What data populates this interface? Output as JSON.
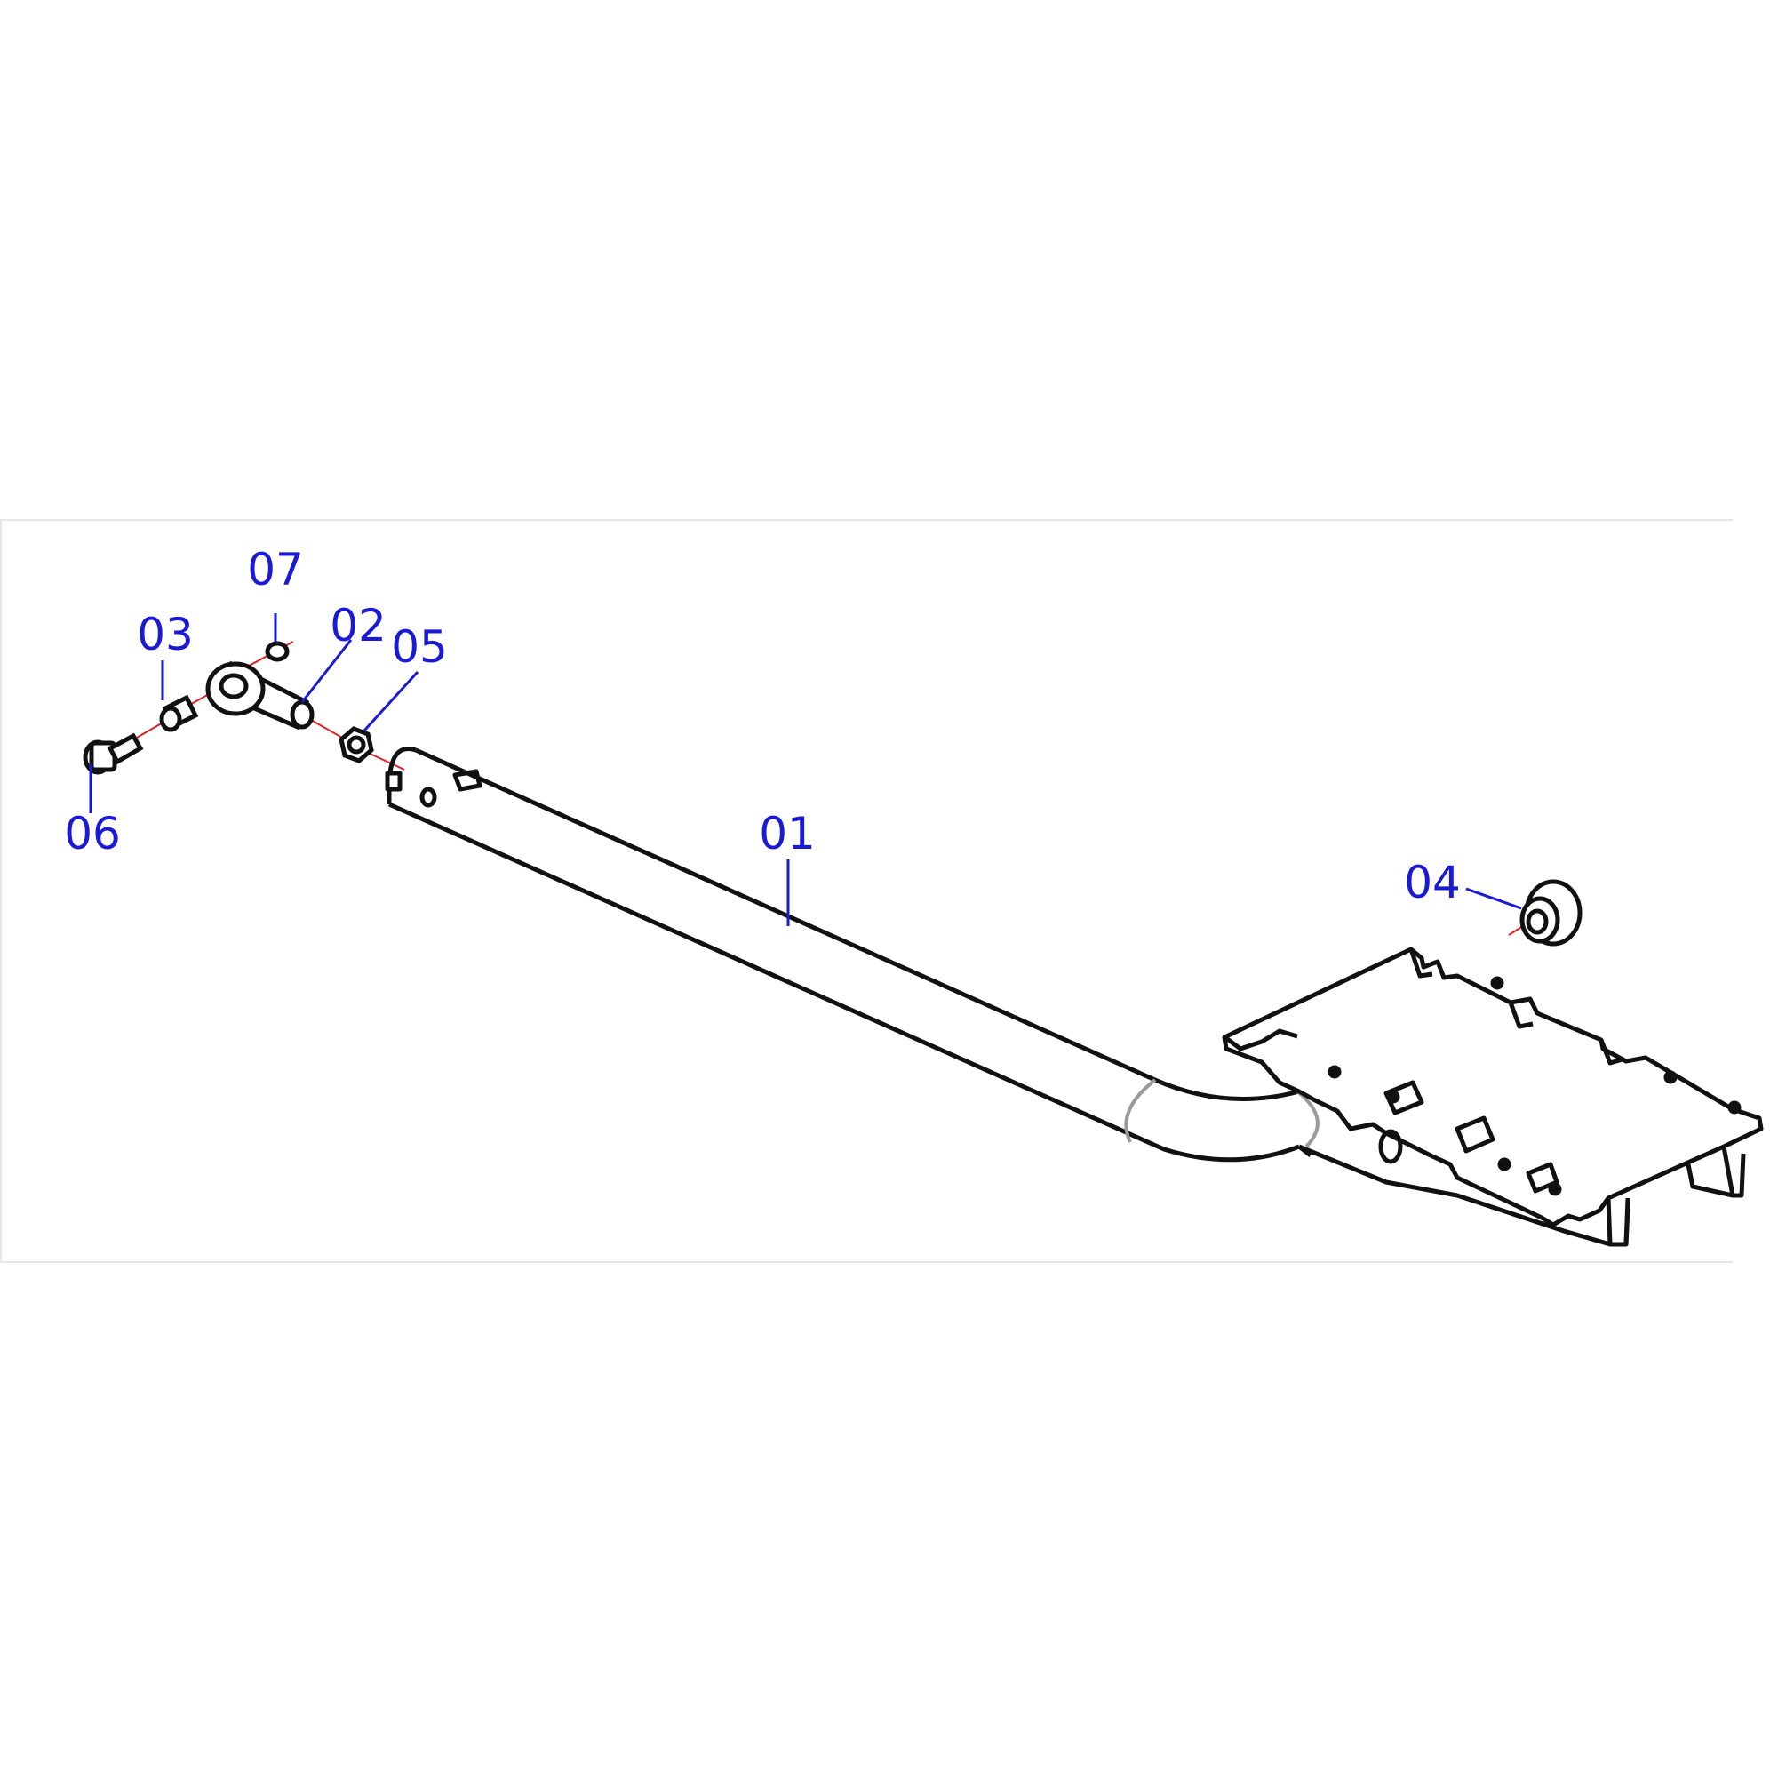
{
  "diagram": {
    "labels": {
      "p01": "01",
      "p02": "02",
      "p03": "03",
      "p04": "04",
      "p05": "05",
      "p06": "06",
      "p07": "07"
    },
    "colors": {
      "background": "#ffffff",
      "part_stroke": "#111111",
      "callout": "#1a1ad6",
      "axis": "#e02020",
      "seam": "#9a9a9a"
    }
  }
}
